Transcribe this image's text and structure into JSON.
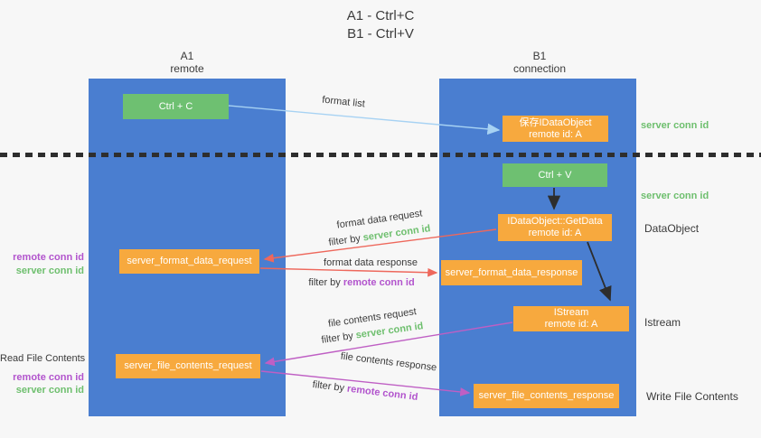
{
  "title": {
    "line1": "A1 - Ctrl+C",
    "line2": "B1 - Ctrl+V"
  },
  "lanes": {
    "a1": {
      "name": "A1",
      "role": "remote"
    },
    "b1": {
      "name": "B1",
      "role": "connection"
    }
  },
  "boxes": {
    "ctrl_c": {
      "label": "Ctrl + C"
    },
    "ctrl_v": {
      "label": "Ctrl + V"
    },
    "save_dataobject": {
      "line1": "保存IDataObject",
      "line2": "remote id: A"
    },
    "getdata": {
      "line1": "IDataObject::GetData",
      "line2": "remote id: A"
    },
    "istream": {
      "line1": "IStream",
      "line2": "remote id: A"
    },
    "server_format_data_request": {
      "label": "server_format_data_request"
    },
    "server_format_data_response": {
      "label": "server_format_data_response"
    },
    "server_file_contents_request": {
      "label": "server_file_contents_request"
    },
    "server_file_contents_response": {
      "label": "server_file_contents_response"
    }
  },
  "arrow_labels": {
    "format_list": "format list",
    "format_data_request": "format data request",
    "format_data_response": "format data response",
    "file_contents_request": "file contents request",
    "file_contents_response": "file contents response",
    "filter_by": "filter by ",
    "server_conn_id": "server conn id",
    "remote_conn_id": "remote conn id"
  },
  "side_labels": {
    "right_server_conn_id_1": "server conn id",
    "right_server_conn_id_2": "server conn id",
    "dataobject": "DataObject",
    "istream": "Istream",
    "write_file_contents": "Write File Contents",
    "left_remote_conn_id_1": "remote conn id",
    "left_server_conn_id_1": "server conn id",
    "read_file_contents": "Read File Contents",
    "left_remote_conn_id_2": "remote conn id",
    "left_server_conn_id_2": "server conn id"
  },
  "colors": {
    "lane_blue": "#4a7ed0",
    "box_green": "#6ec071",
    "box_orange": "#f7a93e",
    "arrow_light_blue": "#a7d2f3",
    "arrow_red": "#ee685c",
    "arrow_magenta": "#bf5fc4",
    "arrow_black": "#2d2d2d",
    "text_green": "#6ebf6e",
    "text_purple": "#b254cd"
  }
}
